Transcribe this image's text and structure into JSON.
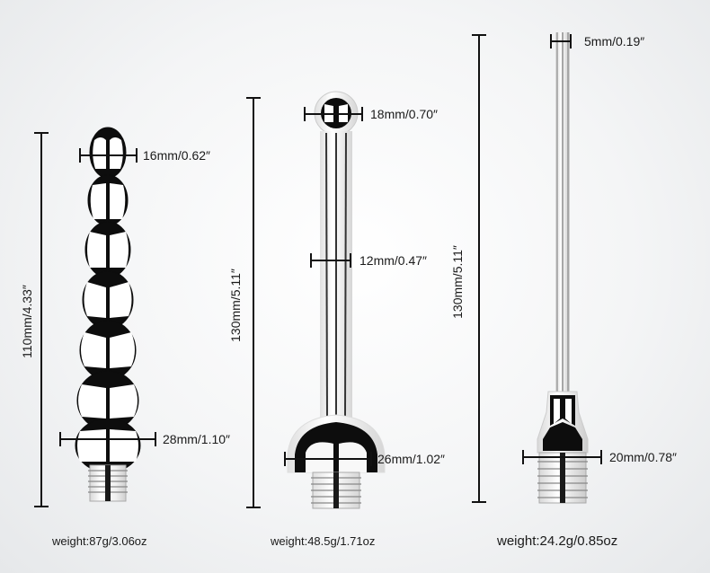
{
  "products": [
    {
      "name": "beaded-nozzle",
      "length_label": "110mm/4.33″",
      "top_width_label": "16mm/0.62″",
      "base_width_label": "28mm/1.10″",
      "weight_label": "weight:87g/3.06oz"
    },
    {
      "name": "bulb-tip-nozzle",
      "length_label": "130mm/5.11″",
      "tip_width_label": "18mm/0.70″",
      "shaft_width_label": "12mm/0.47″",
      "base_width_label": "26mm/1.02″",
      "weight_label": "weight:48.5g/1.71oz"
    },
    {
      "name": "thin-tube-nozzle",
      "length_label": "130mm/5.11″",
      "tip_width_label": "5mm/0.19″",
      "base_width_label": "20mm/0.78″",
      "weight_label": "weight:24.2g/0.85oz"
    }
  ],
  "colors": {
    "background": "#f2f3f4",
    "ink": "#111111",
    "metal_light": "#f5f5f5",
    "metal_dark": "#0d0d0d"
  }
}
